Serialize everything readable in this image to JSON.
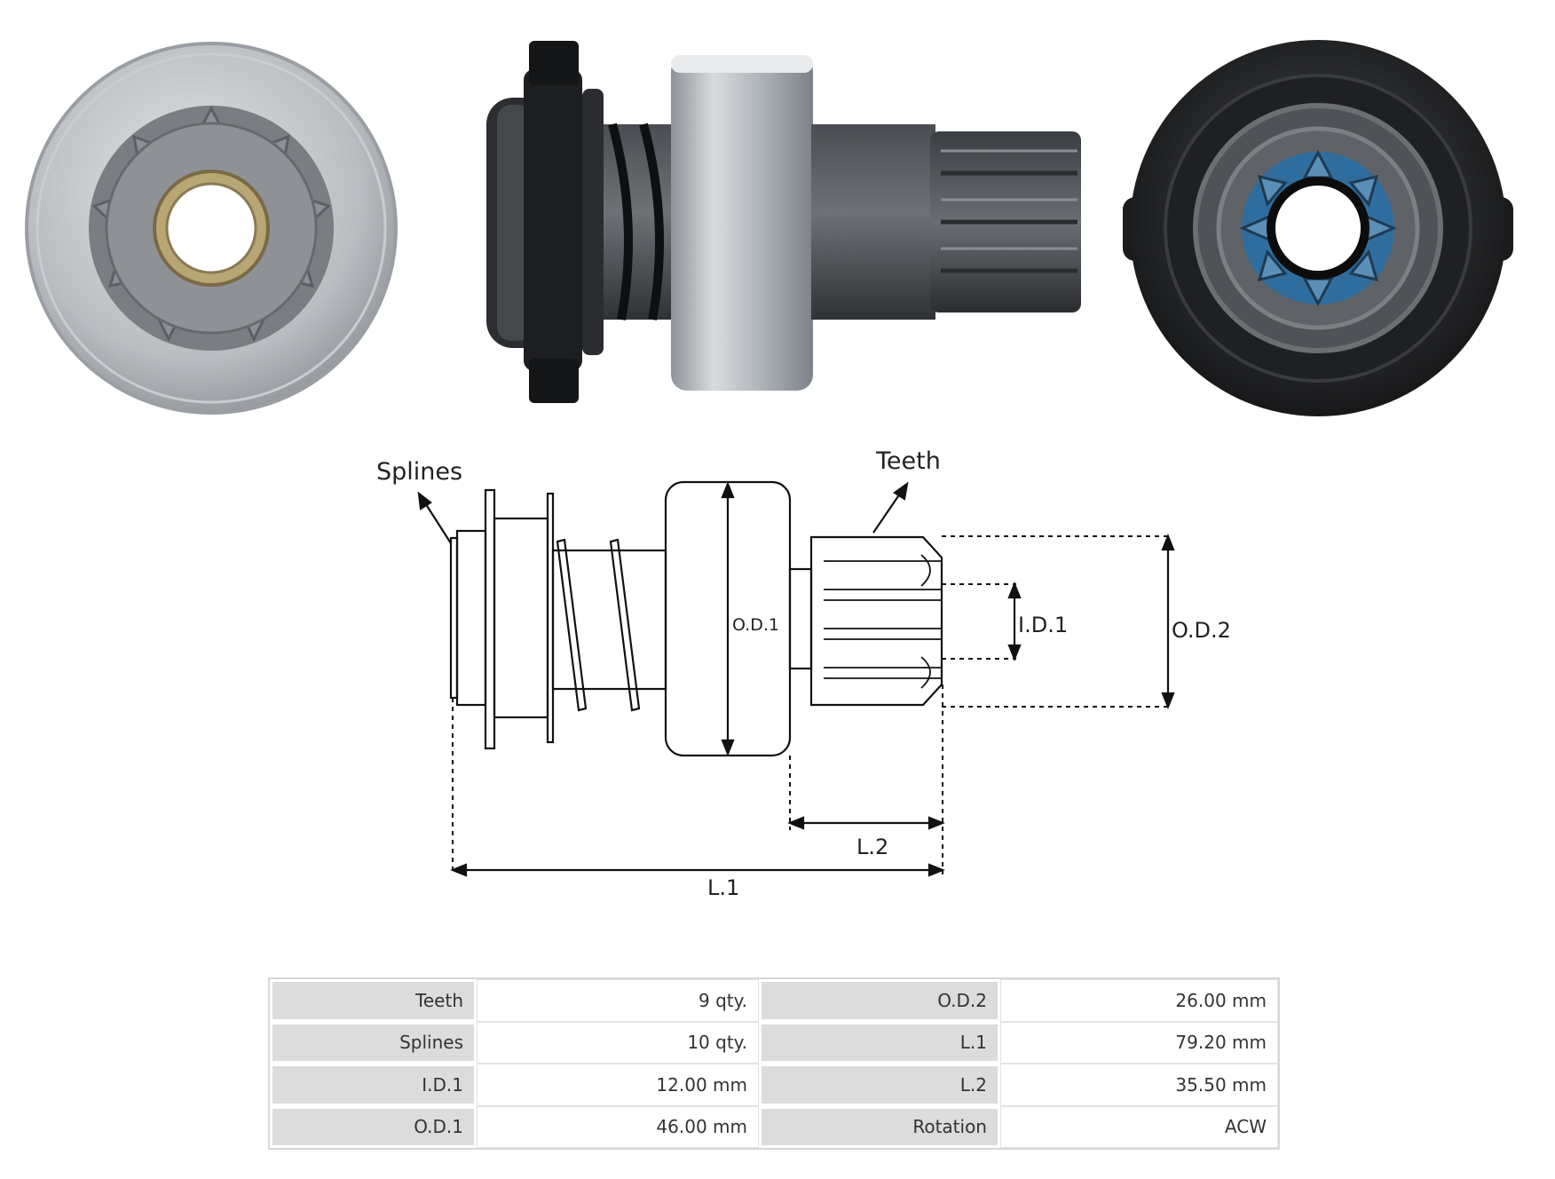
{
  "diagram": {
    "callouts": {
      "splines": "Splines",
      "teeth": "Teeth"
    },
    "dimensions": {
      "od1": "O.D.1",
      "od2": "O.D.2",
      "id1": "I.D.1",
      "l1": "L.1",
      "l2": "L.2"
    }
  },
  "specs": {
    "rows": [
      {
        "label_a": "Teeth",
        "value_a": "9 qty.",
        "label_b": "O.D.2",
        "value_b": "26.00 mm"
      },
      {
        "label_a": "Splines",
        "value_a": "10 qty.",
        "label_b": "L.1",
        "value_b": "79.20 mm"
      },
      {
        "label_a": "I.D.1",
        "value_a": "12.00 mm",
        "label_b": "L.2",
        "value_b": "35.50 mm"
      },
      {
        "label_a": "O.D.1",
        "value_a": "46.00 mm",
        "label_b": "Rotation",
        "value_b": "ACW"
      }
    ]
  }
}
